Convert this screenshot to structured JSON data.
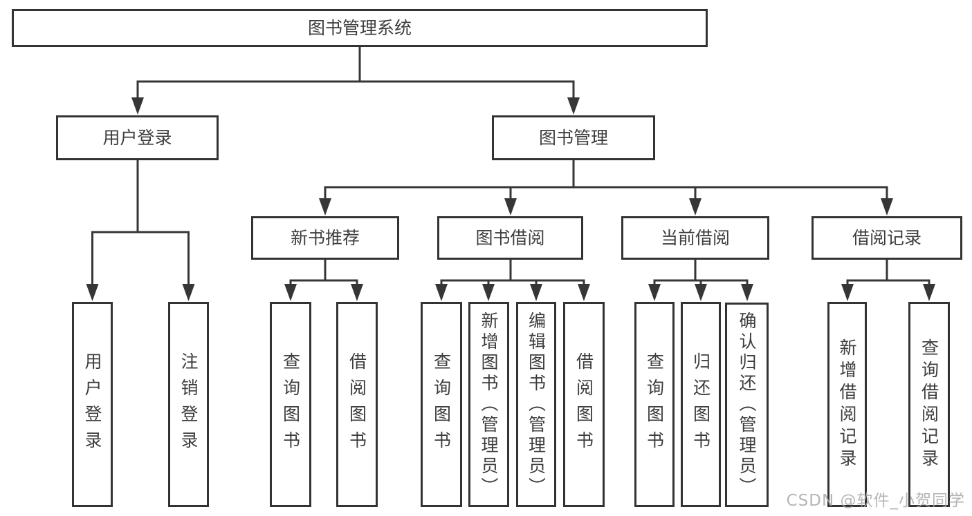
{
  "diagram": {
    "root": "图书管理系统",
    "level2": {
      "user_login": "用户登录",
      "book_management": "图书管理"
    },
    "level3": {
      "new_book_recommend": "新书推荐",
      "book_borrow": "图书借阅",
      "current_borrow": "当前借阅",
      "borrow_records": "借阅记录"
    },
    "leaves": {
      "user_login": [
        "用户登录",
        "注销登录"
      ],
      "new_book_recommend": [
        "查询图书",
        "借阅图书"
      ],
      "book_borrow": [
        "查询图书",
        "新增图书（管理员）",
        "编辑图书（管理员）",
        "借阅图书"
      ],
      "current_borrow": [
        "查询图书",
        "归还图书",
        "确认归还（管理员）"
      ],
      "borrow_records": [
        "新增借阅记录",
        "查询借阅记录"
      ]
    },
    "colors": {
      "line": "#363636",
      "border": "#333333",
      "text": "#3d3d3d",
      "watermark": "#a8a8a8"
    },
    "watermark": "CSDN @软件_小贺同学"
  }
}
